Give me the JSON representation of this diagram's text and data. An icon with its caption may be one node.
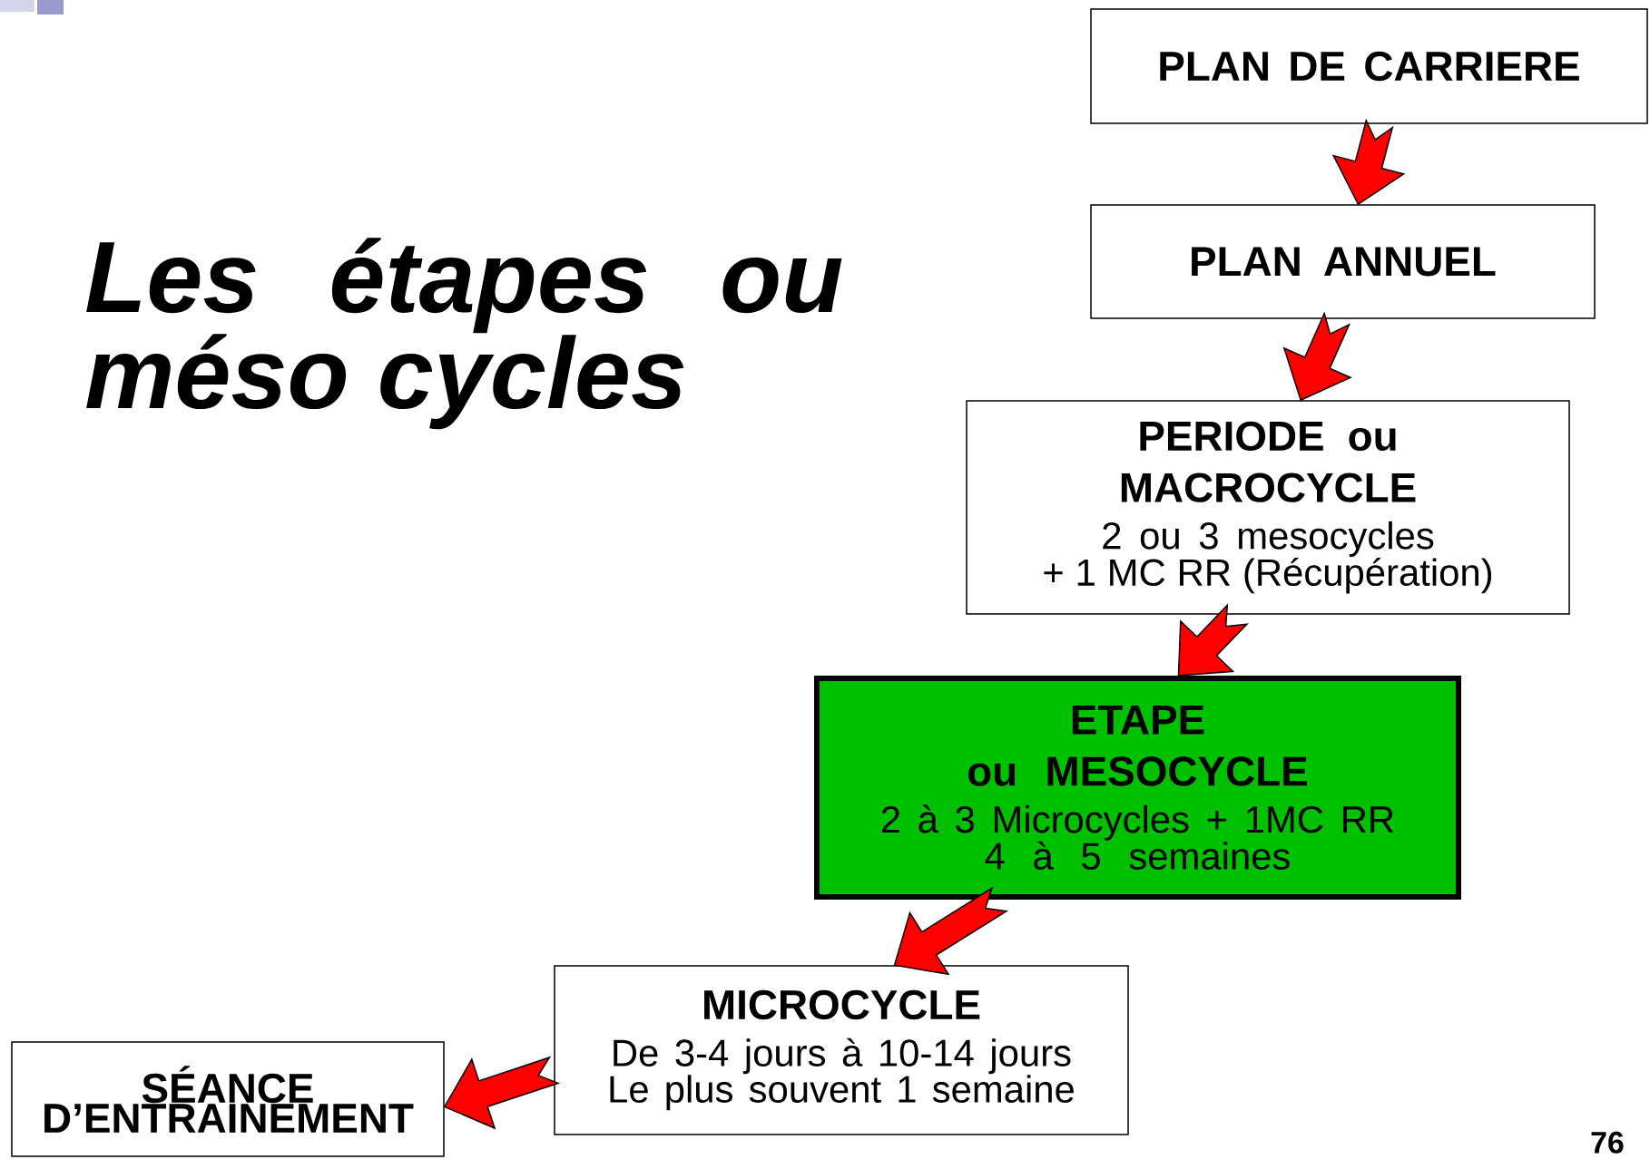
{
  "diagram": {
    "title": "Les étapes ou méso cycles",
    "nodes": [
      {
        "text": [
          "PLAN DE CARRIERE"
        ]
      },
      {
        "text": [
          "PLAN ANNUEL"
        ]
      },
      {
        "text": [
          "PERIODE ou MACROCYCLE",
          "2 ou 3 mesocycles",
          "+ 1 MC RR (Récupération)"
        ]
      },
      {
        "text": [
          "ETAPE",
          "ou MESOCYCLE",
          "2 à 3 Microcycles + 1MC RR",
          "4 à 5 semaines"
        ]
      },
      {
        "text": [
          "MICROCYCLE",
          "De 3-4 jours à 10-14 jours",
          "Le plus souvent 1 semaine"
        ]
      },
      {
        "text": [
          "SÉANCE D’ENTRAINEMENT"
        ]
      }
    ],
    "edges": [
      {
        "from": 0,
        "to": 1,
        "arrow": "to"
      },
      {
        "from": 1,
        "to": 2,
        "arrow": "to"
      },
      {
        "from": 2,
        "to": 3,
        "arrow": "to"
      },
      {
        "from": 3,
        "to": 4,
        "arrow": "to"
      },
      {
        "from": 4,
        "to": 5,
        "arrow": "to"
      }
    ],
    "labels": [
      "76"
    ]
  }
}
